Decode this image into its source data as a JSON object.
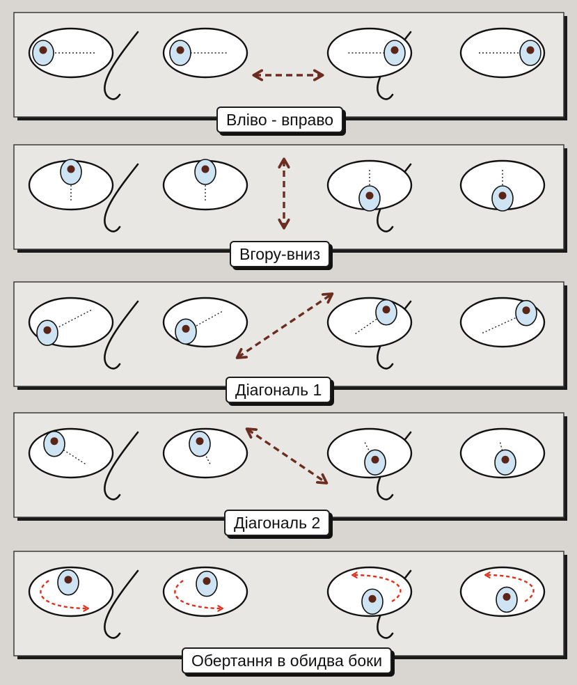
{
  "panels": [
    {
      "label": "Вліво - вправо",
      "gaze": [
        [
          -1,
          0
        ],
        [
          -0.9,
          0
        ],
        [
          0.9,
          0
        ],
        [
          1,
          0
        ]
      ],
      "arrow": "horizontal",
      "circular": false
    },
    {
      "label": "Вгору-вниз",
      "gaze": [
        [
          0,
          -1
        ],
        [
          0,
          -1
        ],
        [
          0,
          1
        ],
        [
          0,
          1
        ]
      ],
      "arrow": "vertical",
      "circular": false
    },
    {
      "label": "Діагональ 1",
      "gaze": [
        [
          -0.85,
          0.8
        ],
        [
          -0.7,
          0.7
        ],
        [
          0.6,
          -0.75
        ],
        [
          0.85,
          -0.7
        ]
      ],
      "arrow": "diag-up-right",
      "circular": false
    },
    {
      "label": "Діагональ 2",
      "gaze": [
        [
          -0.6,
          -0.7
        ],
        [
          -0.2,
          -0.7
        ],
        [
          0.2,
          0.7
        ],
        [
          0.1,
          0.7
        ]
      ],
      "arrow": "diag-down-right",
      "circular": false
    },
    {
      "label": "Обертання в обидва боки",
      "gaze": [
        [
          -0.1,
          -0.7
        ],
        [
          0.05,
          -0.6
        ],
        [
          0.1,
          0.75
        ],
        [
          0.15,
          0.6
        ]
      ],
      "arrow": "none",
      "circular": true
    }
  ],
  "colors": {
    "page": "#d9d6d1",
    "frame": "#e9e7e4",
    "eye_fill": "#ffffff",
    "iris": "#cfe4f2",
    "pupil": "#5a2416",
    "arrow": "#6a2d1f",
    "rotation_arrow": "#e0301c"
  }
}
